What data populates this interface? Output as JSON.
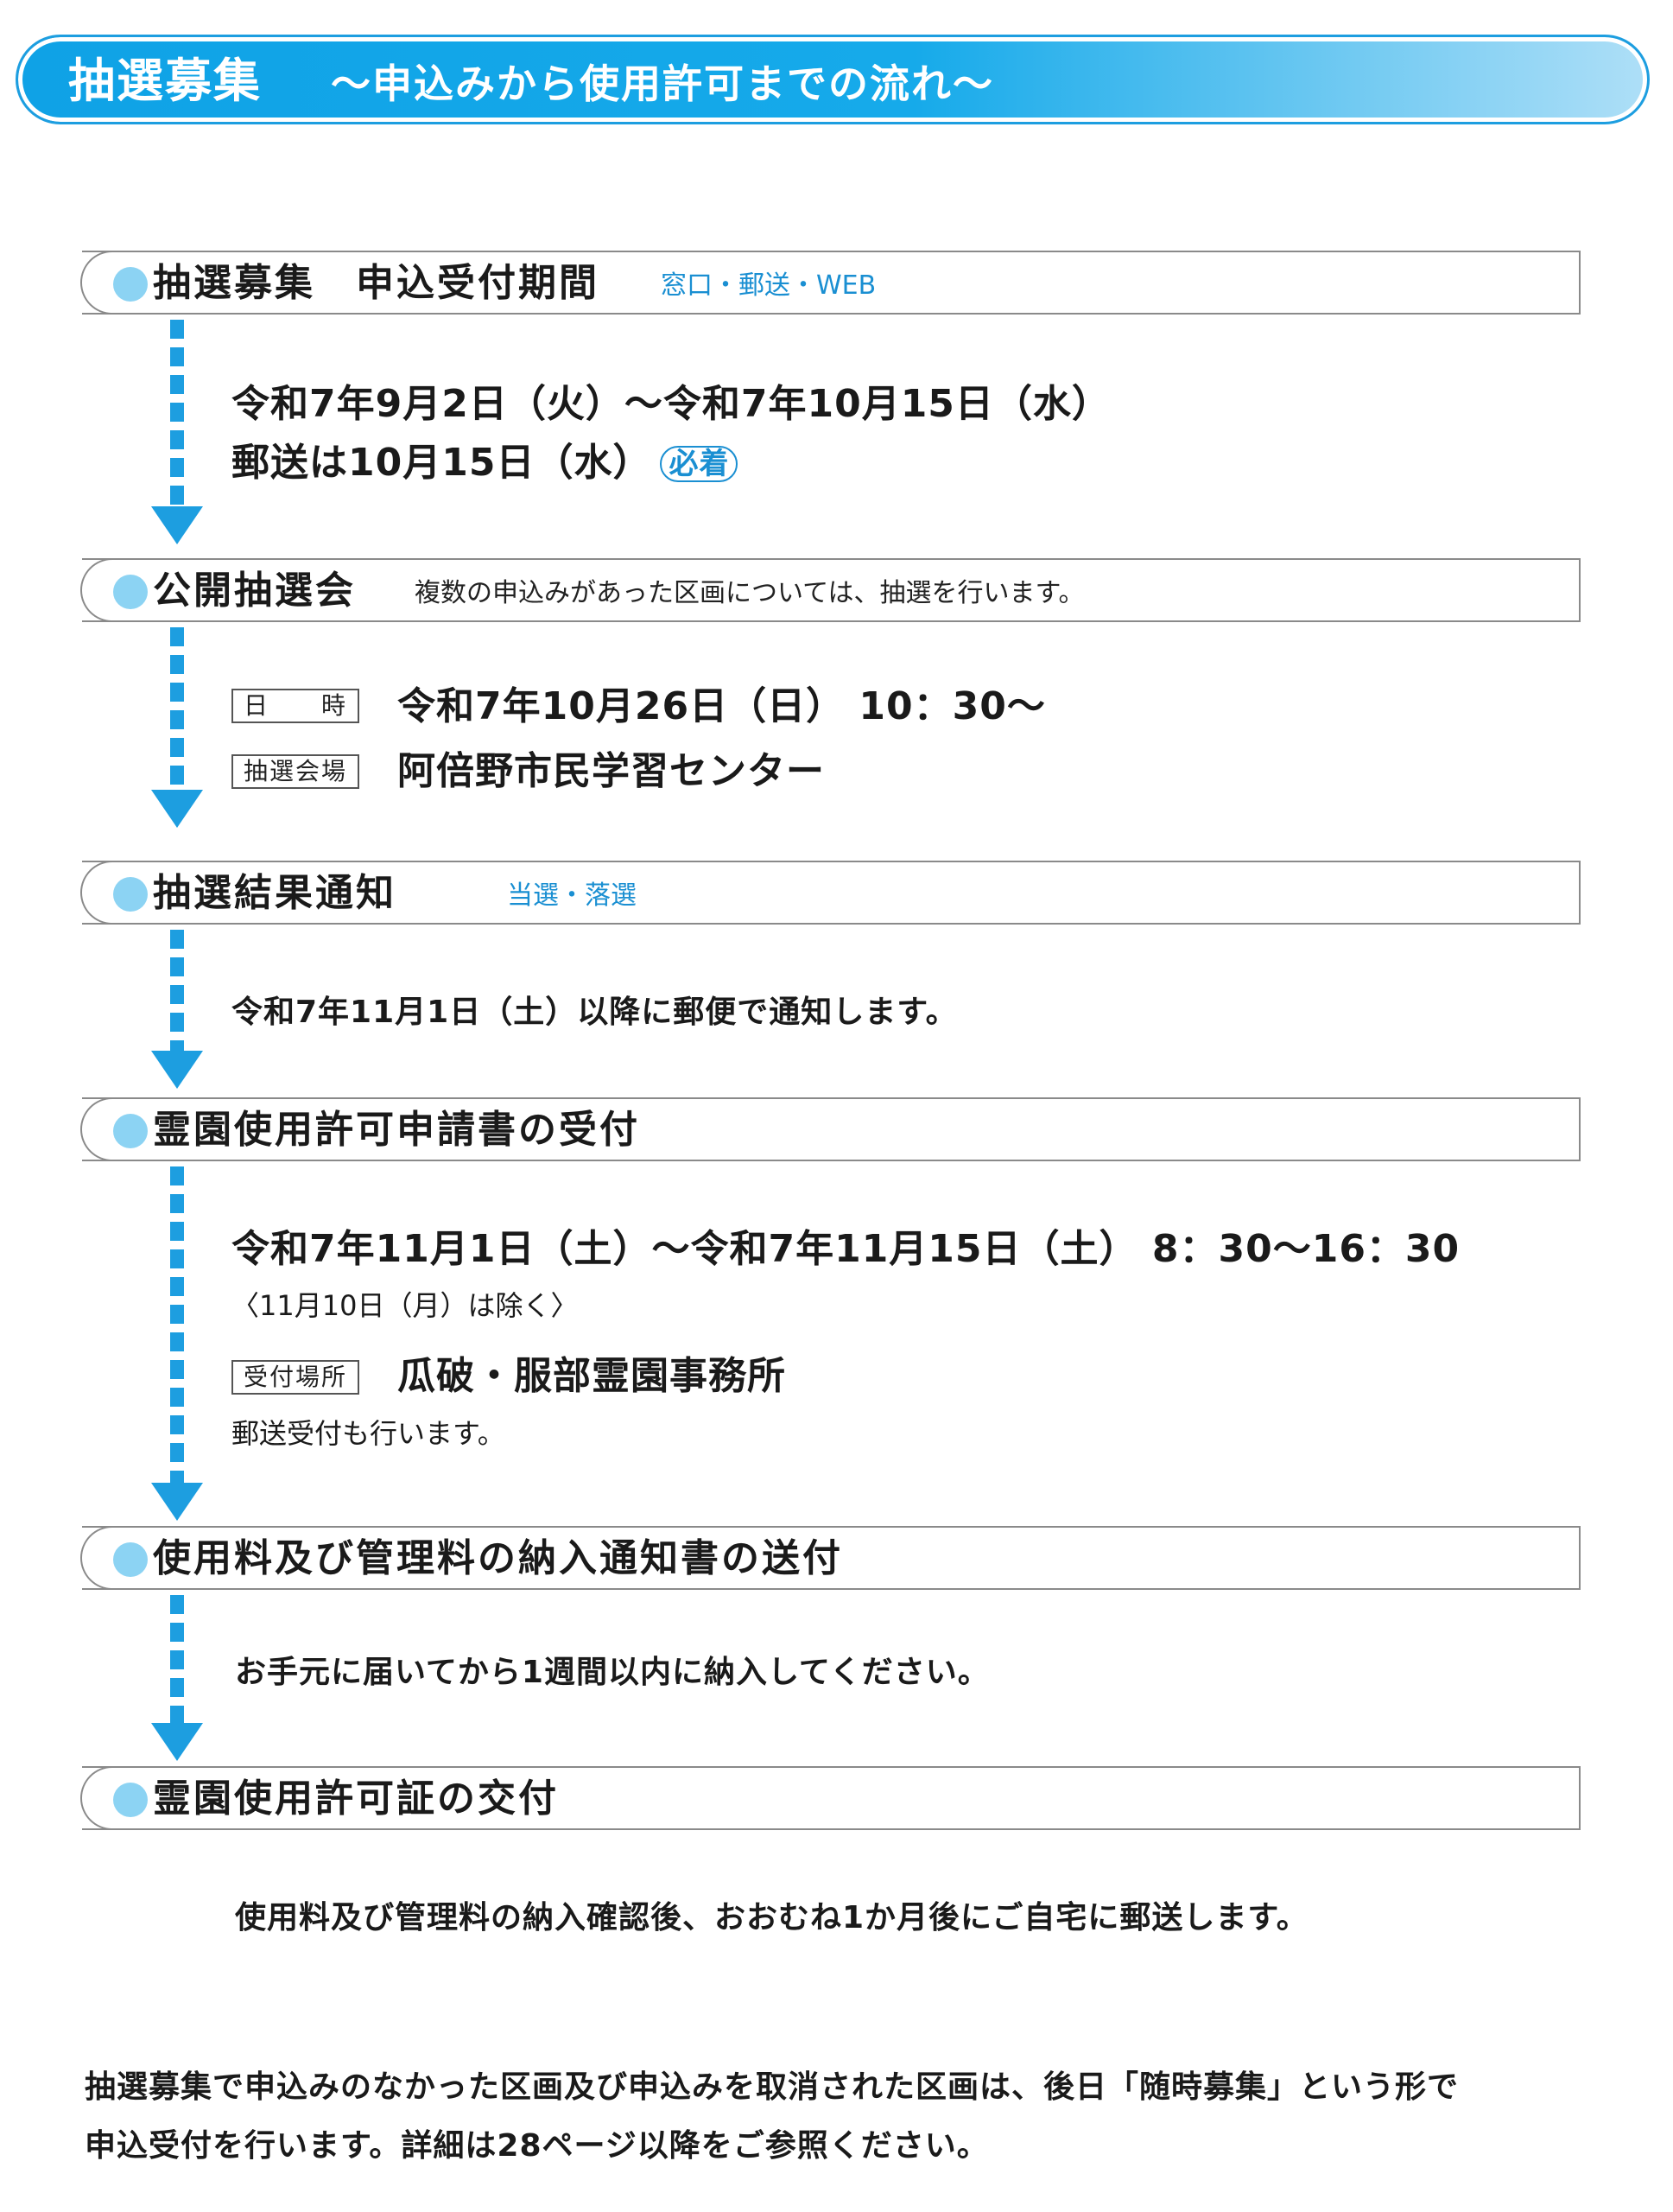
{
  "header": {
    "title": "抽選募集",
    "subtitle": "～申込みから使用許可までの流れ～"
  },
  "steps": [
    {
      "title": "抽選募集　申込受付期間",
      "note": "窓口・郵送・WEB",
      "period": "令和7年9月2日（火）～令和7年10月15日（水）",
      "mail_text": "郵送は10月15日（水）",
      "mail_badge": "必着"
    },
    {
      "title": "公開抽選会",
      "note": "複数の申込みがあった区画については、抽選を行います。",
      "date_label": "日　　時",
      "date_value": "令和7年10月26日（日） 10：30～",
      "venue_label": "抽選会場",
      "venue_value": "阿倍野市民学習センター"
    },
    {
      "title": "抽選結果通知",
      "note": "当選・落選",
      "text": "令和7年11月1日（土）以降に郵便で通知します。"
    },
    {
      "title": "霊園使用許可申請書の受付",
      "period": "令和7年11月1日（土）～令和7年11月15日（土） 8：30～16：30",
      "exception": "〈11月10日（月）は除く〉",
      "place_label": "受付場所",
      "place_value": "瓜破・服部霊園事務所",
      "mail_text": "郵送受付も行います。"
    },
    {
      "title": "使用料及び管理料の納入通知書の送付",
      "text": "お手元に届いてから1週間以内に納入してください。"
    },
    {
      "title": "霊園使用許可証の交付",
      "text": "使用料及び管理料の納入確認後、おおむね1か月後にご自宅に郵送します。"
    }
  ],
  "footer": {
    "line1": "抽選募集で申込みのなかった区画及び申込みを取消された区画は、後日「随時募集」という形で",
    "line2": "申込受付を行います。詳細は28ページ以降をご参照ください。"
  },
  "colors": {
    "accent": "#1d9ee0",
    "dot": "#8cd3f3",
    "note_blue": "#1a8fd2",
    "border": "#8a8a8a"
  }
}
